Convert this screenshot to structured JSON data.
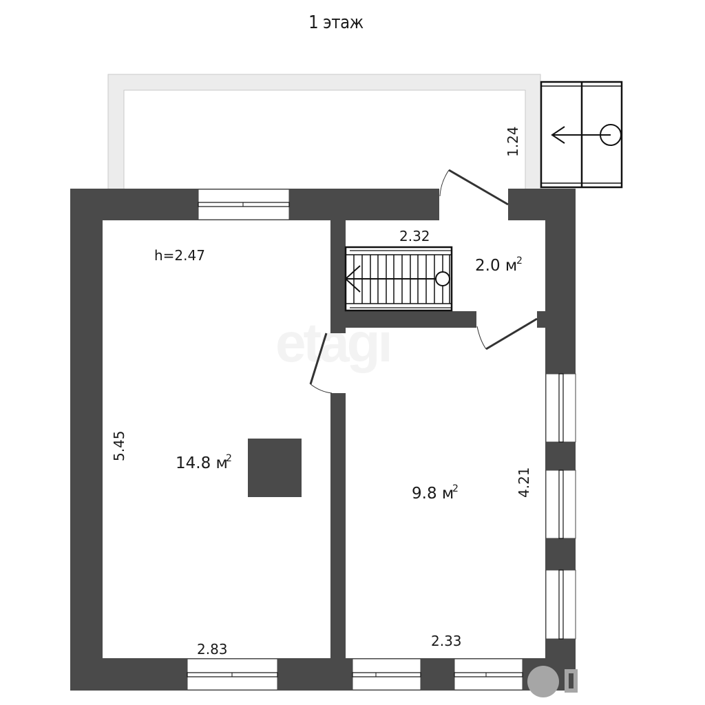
{
  "title": "1 этаж",
  "watermark": "etagi",
  "colors": {
    "wall": "#4a4a4a",
    "terrace_wall": "#ececec",
    "background": "#ffffff",
    "text": "#1a1a1a",
    "logo_circle": "#a6a6a6"
  },
  "rooms": [
    {
      "id": "room-left",
      "area": "14.8 м²",
      "height_label": "h=2.47",
      "width_label": "2.83",
      "length_label": "5.45"
    },
    {
      "id": "room-right",
      "area": "9.8 м²",
      "width_label": "2.33",
      "length_label": "4.21"
    },
    {
      "id": "hall",
      "area": "2.0 м²",
      "width_label": "2.32"
    }
  ],
  "terrace": {
    "depth_label": "1.24"
  },
  "labels": {
    "area_left": "14.8 м",
    "area_right": "9.8 м",
    "area_hall": "2.0 м",
    "sup": "2",
    "h": "h=2.47",
    "d283": "2.83",
    "d233": "2.33",
    "d545": "5.45",
    "d421": "4.21",
    "d232": "2.32",
    "d124": "1.24"
  }
}
